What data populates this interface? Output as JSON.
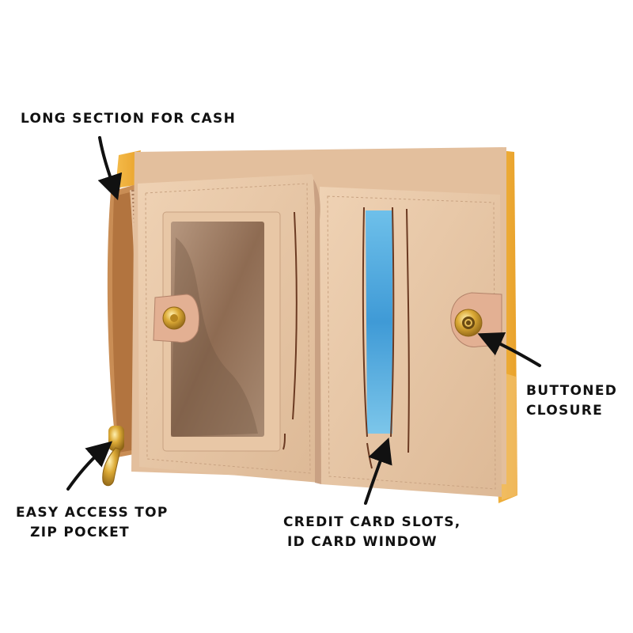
{
  "callouts": {
    "cash": {
      "line1": "LONG SECTION FOR CASH"
    },
    "zip": {
      "line1": "EASY ACCESS TOP",
      "line2": "ZIP POCKET"
    },
    "cards": {
      "line1": "CREDIT CARD SLOTS,",
      "line2": "ID CARD WINDOW"
    },
    "closure": {
      "line1": "BUTTONED",
      "line2": "CLOSURE"
    }
  },
  "colors": {
    "background": "#ffffff",
    "leather_beige": "#e9c8a8",
    "leather_shadow": "#c9a183",
    "outer_orange": "#f1b23f",
    "zip_lining": "#b2743f",
    "card_blue": "#4aa3dc",
    "window_tint": "#9c7a60",
    "gold": "#d8a531",
    "ink": "#111111"
  }
}
